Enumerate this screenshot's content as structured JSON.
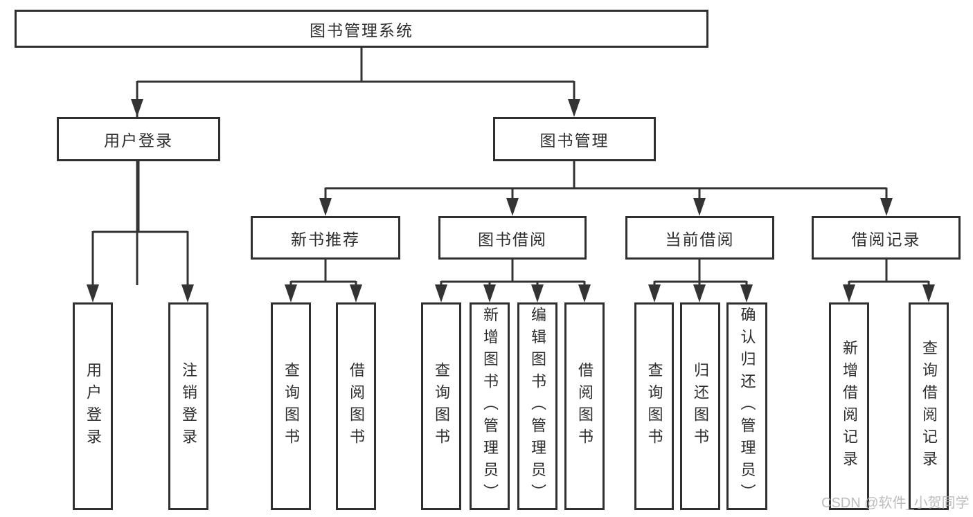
{
  "root_label": "图书管理系统",
  "level2": [
    {
      "label": "用户登录"
    },
    {
      "label": "图书管理"
    }
  ],
  "level3": [
    {
      "label": "新书推荐"
    },
    {
      "label": "图书借阅"
    },
    {
      "label": "当前借阅"
    },
    {
      "label": "借阅记录"
    }
  ],
  "leaves": {
    "user_login": [
      "用户登录",
      "注销登录"
    ],
    "new_book": [
      "查询图书",
      "借阅图书"
    ],
    "borrow": [
      "查询图书",
      "新增图书（管理员）",
      "编辑图书（管理员）",
      "借阅图书"
    ],
    "current": [
      "查询图书",
      "归还图书",
      "确认归还（管理员）"
    ],
    "records": [
      "新增借阅记录",
      "查询借阅记录"
    ]
  },
  "watermark": "CSDN @软件_小贺同学",
  "colors": {
    "line": "#333333",
    "text": "#2d2d2f",
    "box_background": "#ffffff",
    "watermark": "#b3b1b3"
  }
}
